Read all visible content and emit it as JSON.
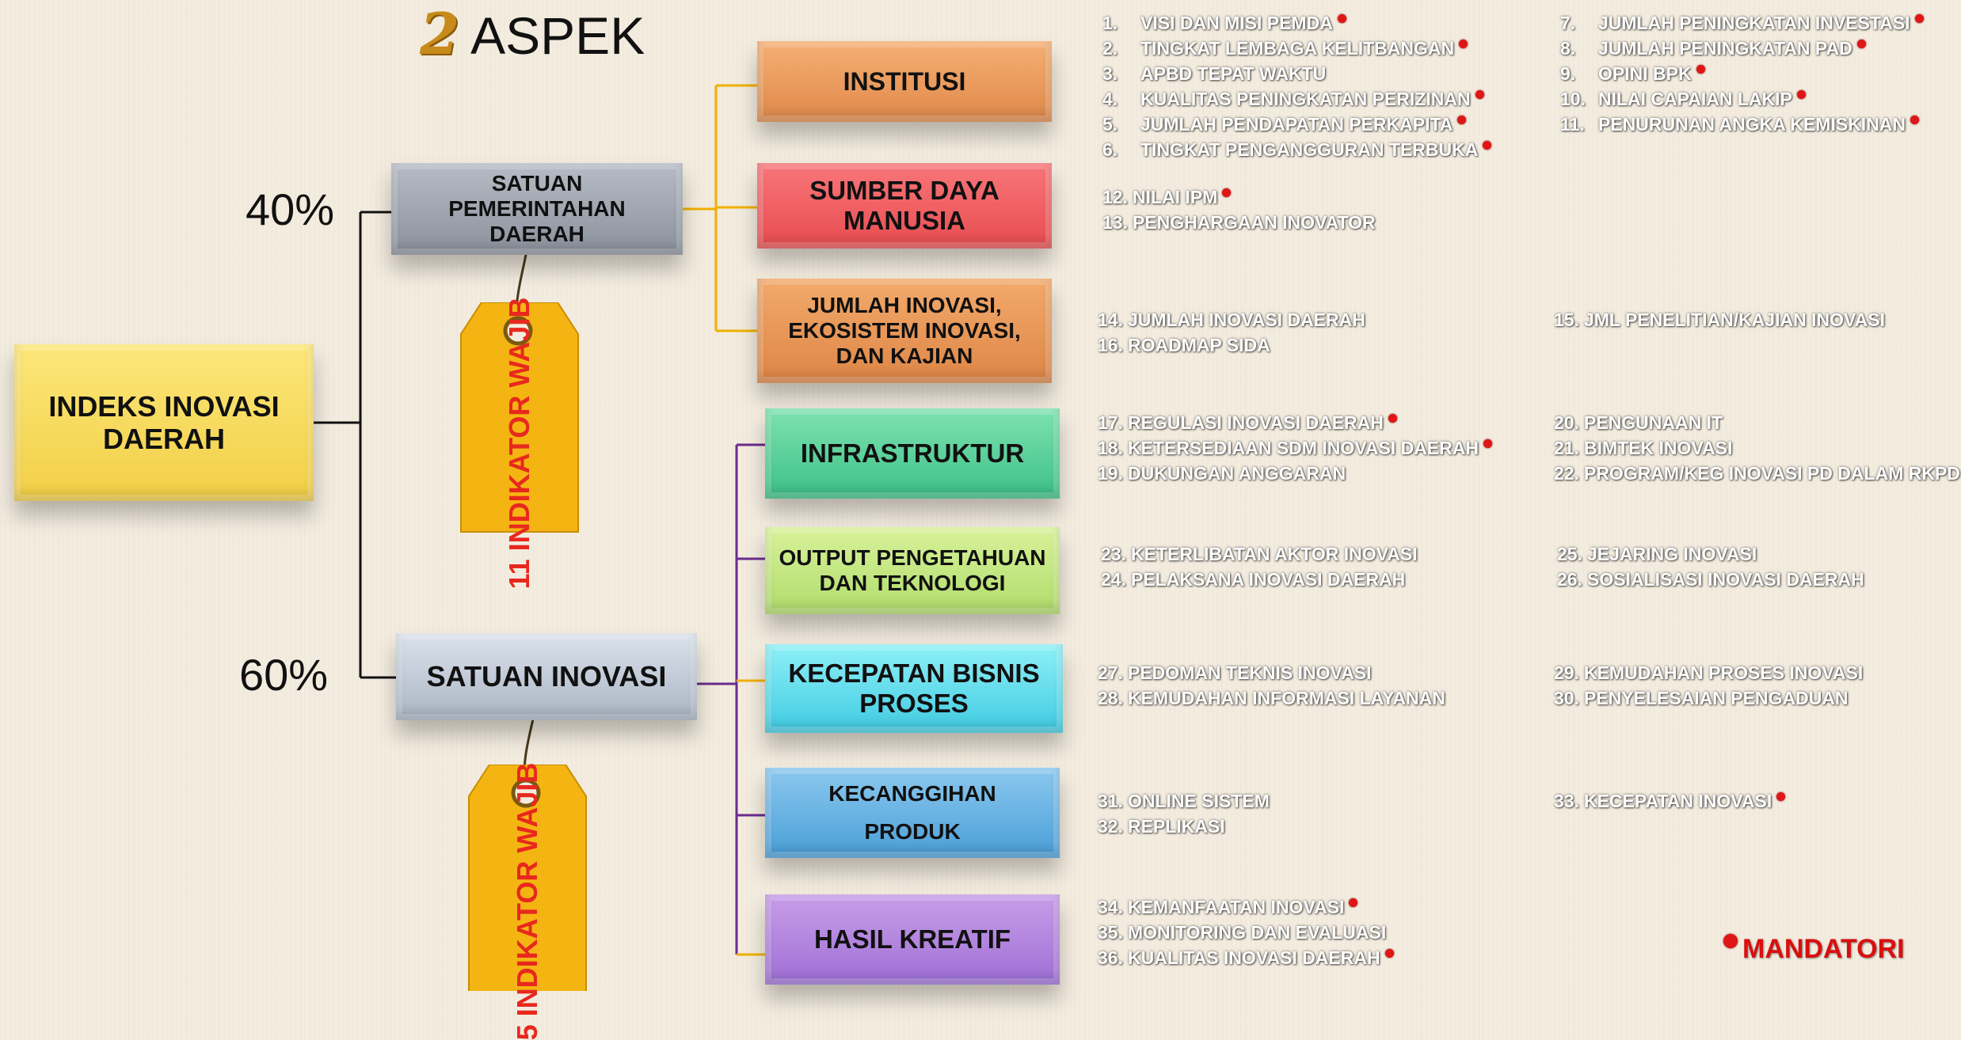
{
  "title": {
    "number": "2",
    "text": "ASPEK"
  },
  "root": {
    "label": "INDEKS INOVASI DAERAH"
  },
  "weights": {
    "top": "40%",
    "bottom": "60%"
  },
  "units": {
    "spd": {
      "label": "SATUAN PEMERINTAHAN DAERAH",
      "tag": "11 INDIKATOR WAJIB"
    },
    "si": {
      "label": "SATUAN INOVASI",
      "tag": "5 INDIKATOR WAJIB"
    }
  },
  "aspects": [
    {
      "label": "INSTITUSI"
    },
    {
      "label": "SUMBER DAYA MANUSIA"
    },
    {
      "label": "JUMLAH INOVASI, EKOSISTEM INOVASI, DAN KAJIAN"
    },
    {
      "label": "INFRASTRUKTUR"
    },
    {
      "label": "OUTPUT PENGETAHUAN DAN TEKNOLOGI"
    },
    {
      "label": "KECEPATAN BISNIS PROSES"
    },
    {
      "label": "KECANGGIHAN PRODUK"
    },
    {
      "label": "HASIL KREATIF"
    }
  ],
  "indicators": {
    "institusi_left": [
      {
        "n": "1.",
        "t": "VISI DAN MISI PEMDA",
        "m": true
      },
      {
        "n": "2.",
        "t": "TINGKAT LEMBAGA KELITBANGAN",
        "m": true
      },
      {
        "n": "3.",
        "t": "APBD TEPAT WAKTU",
        "m": false
      },
      {
        "n": "4.",
        "t": "KUALITAS PENINGKATAN PERIZINAN",
        "m": true
      },
      {
        "n": "5.",
        "t": "JUMLAH PENDAPATAN PERKAPITA",
        "m": true
      },
      {
        "n": "6.",
        "t": "TINGKAT PENGANGGURAN TERBUKA",
        "m": true
      }
    ],
    "institusi_right": [
      {
        "n": "7.",
        "t": "JUMLAH PENINGKATAN INVESTASI",
        "m": true
      },
      {
        "n": "8.",
        "t": "JUMLAH PENINGKATAN PAD",
        "m": true
      },
      {
        "n": "9.",
        "t": "OPINI BPK",
        "m": true
      },
      {
        "n": "10.",
        "t": "NILAI CAPAIAN LAKIP",
        "m": true
      },
      {
        "n": "11.",
        "t": "PENURUNAN ANGKA KEMISKINAN",
        "m": true
      }
    ],
    "sdm_left": [
      {
        "n": "12.",
        "t": "NILAI IPM",
        "m": true
      },
      {
        "n": "13.",
        "t": "PENGHARGAAN INOVATOR",
        "m": false
      }
    ],
    "jumlah_left": [
      {
        "n": "14.",
        "t": "JUMLAH INOVASI DAERAH",
        "m": false
      },
      {
        "n": "16.",
        "t": "ROADMAP SIDA",
        "m": false
      }
    ],
    "jumlah_right": [
      {
        "n": "15.",
        "t": "JML PENELITIAN/KAJIAN INOVASI",
        "m": false
      }
    ],
    "infra_left": [
      {
        "n": "17.",
        "t": "REGULASI INOVASI DAERAH",
        "m": true
      },
      {
        "n": "18.",
        "t": "KETERSEDIAAN SDM INOVASI DAERAH",
        "m": true
      },
      {
        "n": "19.",
        "t": "DUKUNGAN ANGGARAN",
        "m": false
      }
    ],
    "infra_right": [
      {
        "n": "20.",
        "t": "PENGUNAAN IT",
        "m": false
      },
      {
        "n": "21.",
        "t": "BIMTEK INOVASI",
        "m": false
      },
      {
        "n": "22.",
        "t": "PROGRAM/KEG INOVASI PD DALAM RKPD",
        "m": false
      }
    ],
    "output_left": [
      {
        "n": "23.",
        "t": "KETERLIBATAN AKTOR INOVASI",
        "m": false
      },
      {
        "n": "24.",
        "t": "PELAKSANA INOVASI DAERAH",
        "m": false
      }
    ],
    "output_right": [
      {
        "n": "25.",
        "t": "JEJARING INOVASI",
        "m": false
      },
      {
        "n": "26.",
        "t": "SOSIALISASI INOVASI DAERAH",
        "m": false
      }
    ],
    "kecepatan_left": [
      {
        "n": "27.",
        "t": "PEDOMAN TEKNIS INOVASI",
        "m": false
      },
      {
        "n": "28.",
        "t": "KEMUDAHAN INFORMASI LAYANAN",
        "m": false
      }
    ],
    "kecepatan_right": [
      {
        "n": "29.",
        "t": "KEMUDAHAN PROSES INOVASI",
        "m": false
      },
      {
        "n": "30.",
        "t": "PENYELESAIAN PENGADUAN",
        "m": false
      }
    ],
    "kecanggihan_left": [
      {
        "n": "31.",
        "t": "ONLINE SISTEM",
        "m": false
      },
      {
        "n": "32.",
        "t": "REPLIKASI",
        "m": false
      }
    ],
    "kecanggihan_right": [
      {
        "n": "33.",
        "t": "KECEPATAN INOVASI",
        "m": true
      }
    ],
    "hasil_left": [
      {
        "n": "34.",
        "t": "KEMANFAATAN INOVASI",
        "m": true
      },
      {
        "n": "35.",
        "t": "MONITORING DAN EVALUASI",
        "m": false
      },
      {
        "n": "36.",
        "t": "KUALITAS INOVASI DAERAH",
        "m": true
      }
    ]
  },
  "legend": {
    "label": "MANDATORI"
  },
  "colors": {
    "mandatory_dot": "#e01515",
    "tag_fill": "#f4b512",
    "tag_text": "#e8281e",
    "connector_orange": "#f0b000",
    "connector_purple": "#6a2c8c"
  }
}
